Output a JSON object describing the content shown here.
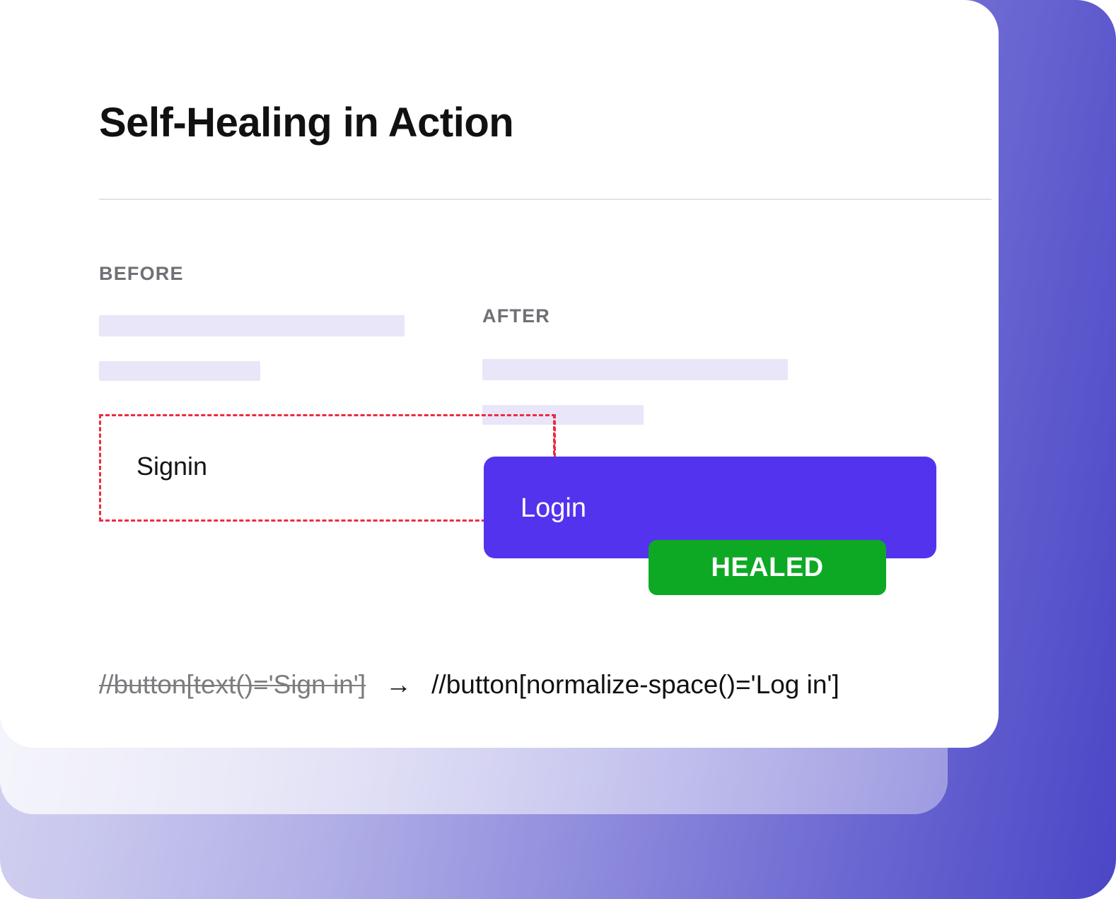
{
  "card": {
    "title": "Self-Healing in Action"
  },
  "columns": {
    "before_label": "BEFORE",
    "after_label": "AFTER"
  },
  "before": {
    "button_text": "Signin"
  },
  "after": {
    "button_text": "Login",
    "badge_text": "HEALED"
  },
  "selector": {
    "old": "//button[text()='Sign in']",
    "arrow": "→",
    "new": "//button[normalize-space()='Log in']"
  },
  "colors": {
    "accent_purple": "#5433ee",
    "healed_green": "#0da924",
    "broken_red": "#ee2b40",
    "placeholder_bar": "#e8e6f8",
    "label_gray": "#6f6f75",
    "divider_gray": "#e3e3e3",
    "backdrop_start": "#d9d8f2",
    "backdrop_end": "#4a46c6"
  }
}
